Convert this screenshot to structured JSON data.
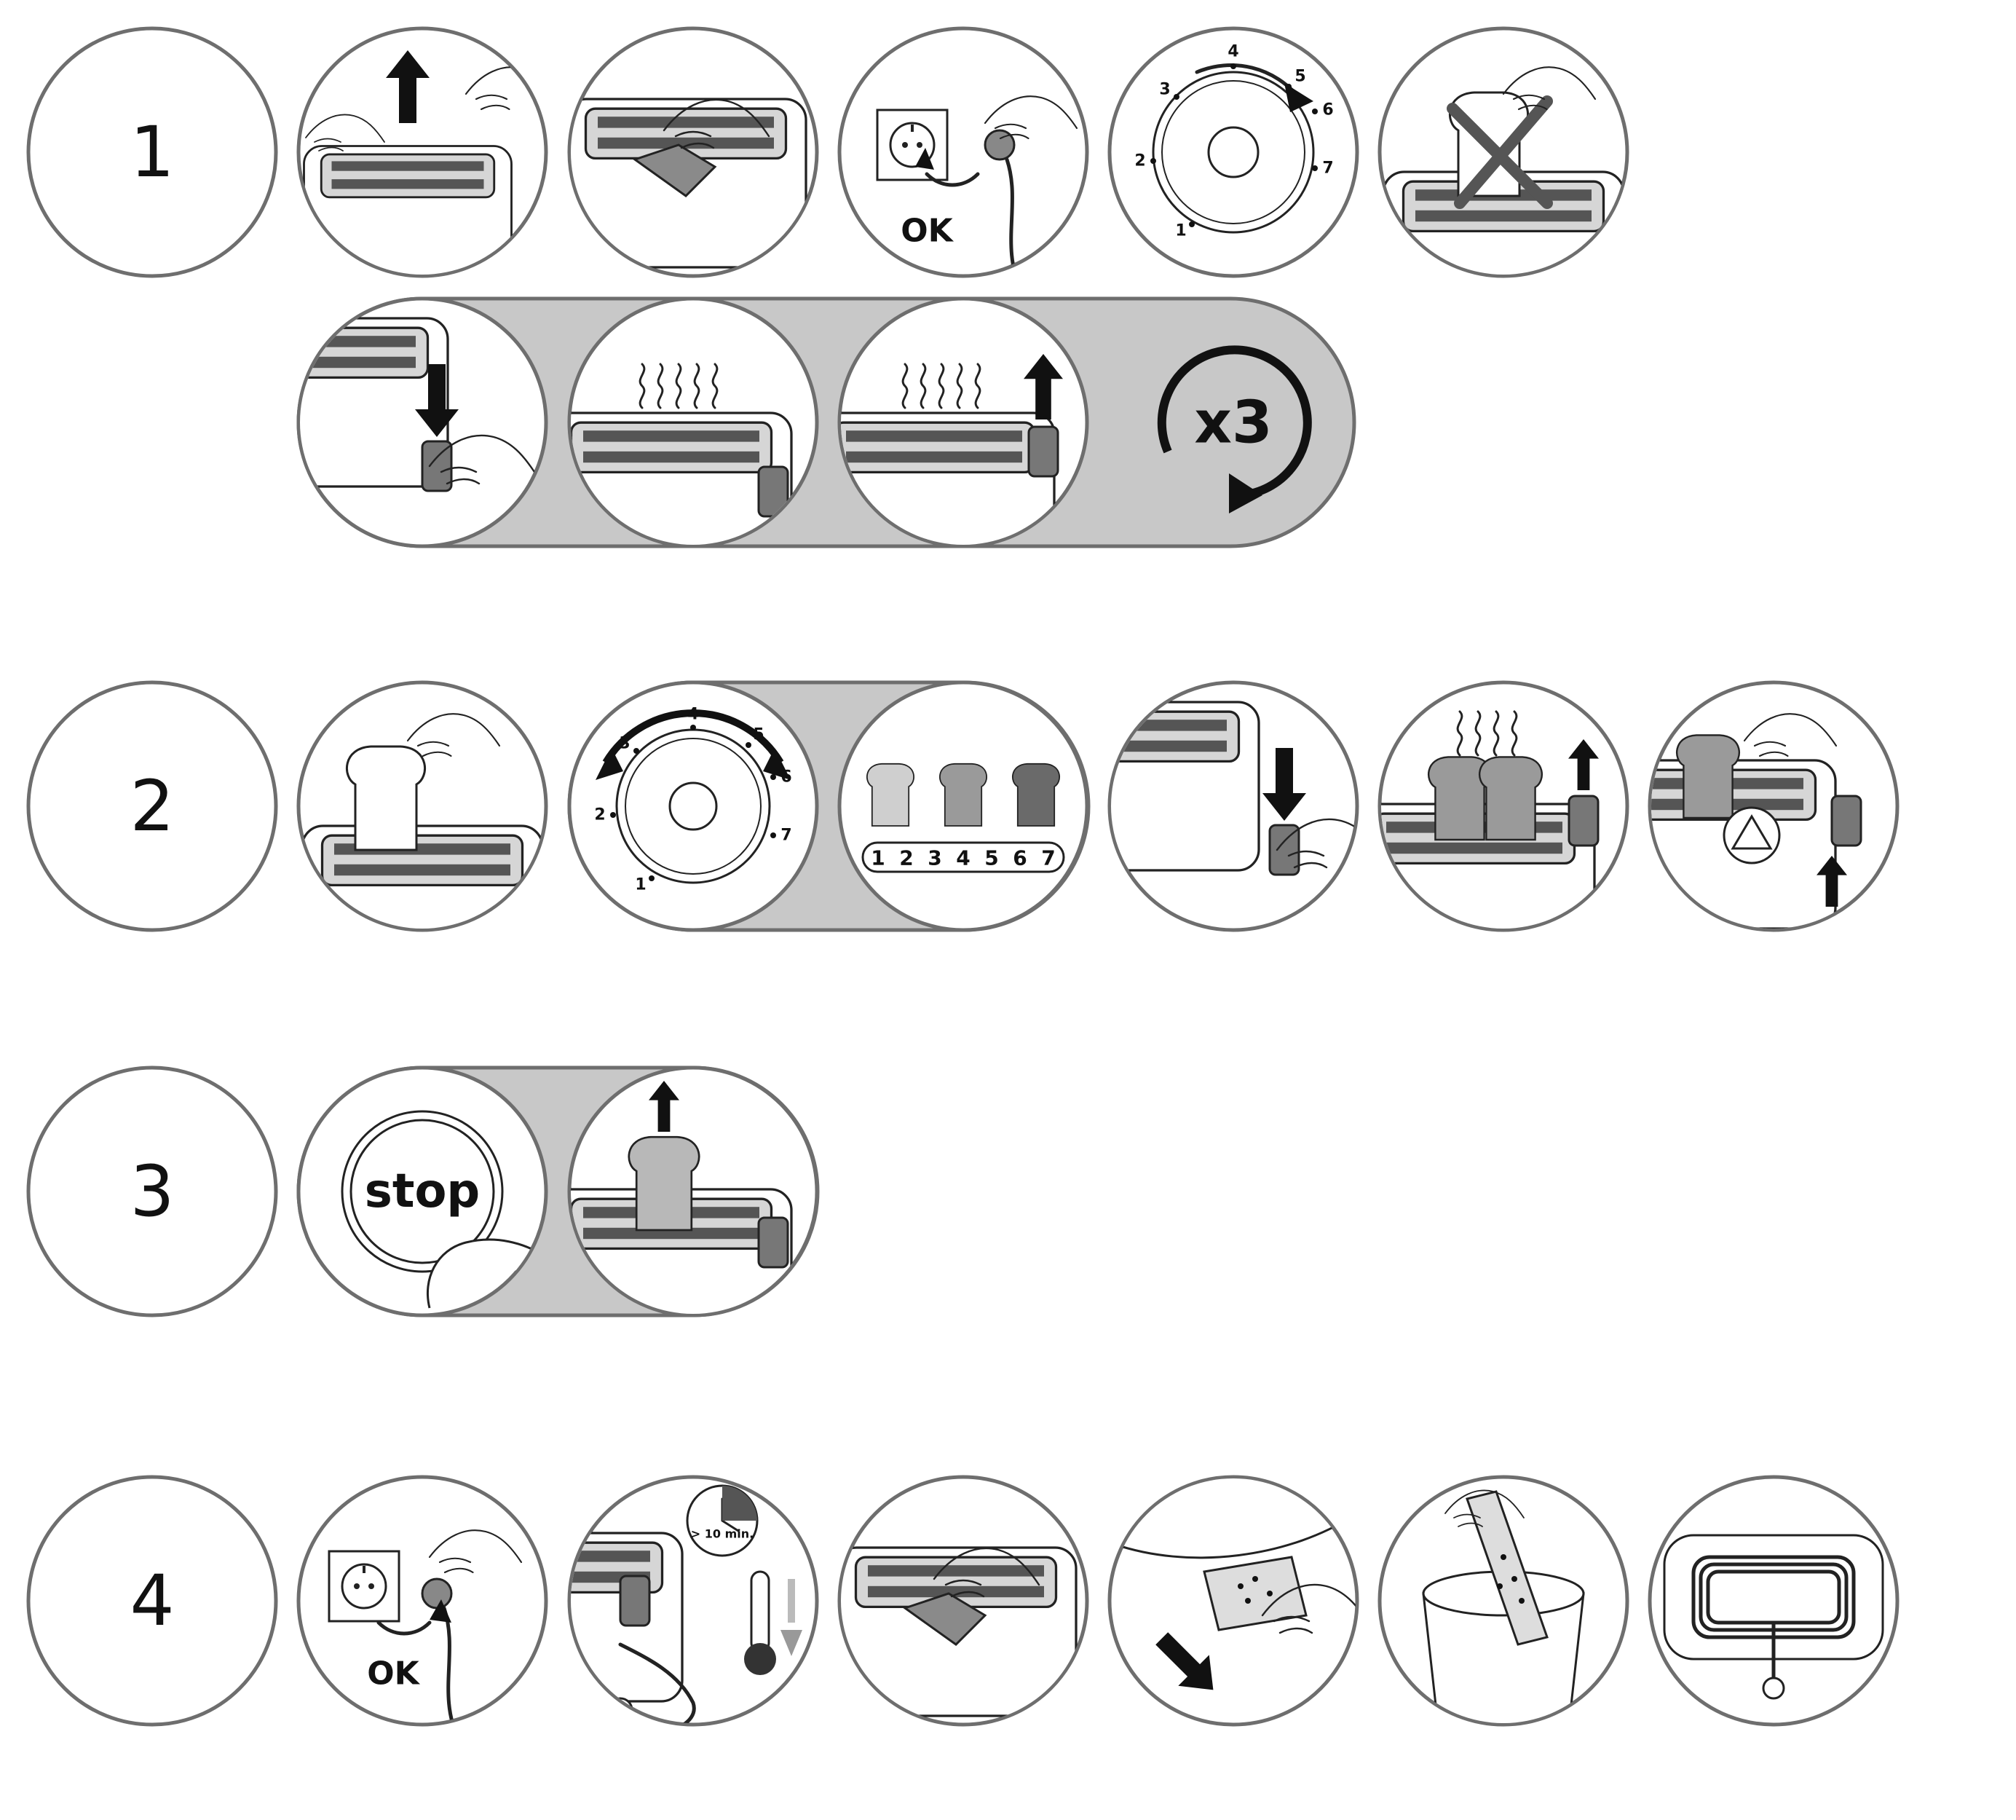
{
  "steps": [
    {
      "number": "1"
    },
    {
      "number": "2"
    },
    {
      "number": "3"
    },
    {
      "number": "4"
    }
  ],
  "labels": {
    "ok": "OK",
    "repeat": "x3",
    "stop": "stop",
    "timer": "> 10 min."
  },
  "dial_numbers": [
    "1",
    "2",
    "3",
    "4",
    "5",
    "6",
    "7"
  ],
  "browning_scale": [
    "1",
    "2",
    "3",
    "4",
    "5",
    "6",
    "7"
  ],
  "icons": {
    "step1": [
      "lift-lid-icon",
      "wipe-cloth-icon",
      "plug-in-icon",
      "dial-turn-icon",
      "no-bread-icon"
    ],
    "step1_cycle": [
      "lever-down-icon",
      "heat-smoke-icon",
      "lever-up-icon",
      "repeat-icon"
    ],
    "step2": [
      "insert-bread-icon",
      "dial-adjust-icon",
      "browning-levels-icon",
      "lever-down-icon",
      "toast-ready-icon",
      "hot-surface-icon"
    ],
    "step3": [
      "stop-button-icon",
      "toast-pop-icon"
    ],
    "step4": [
      "unplug-icon",
      "cool-down-icon",
      "wipe-cloth-icon",
      "crumb-tray-icon",
      "empty-crumbs-icon",
      "cord-storage-icon"
    ]
  },
  "colors": {
    "ring": "#6e6e6e",
    "band": "#c8c8c8",
    "ink": "#222222",
    "background": "#ffffff"
  }
}
